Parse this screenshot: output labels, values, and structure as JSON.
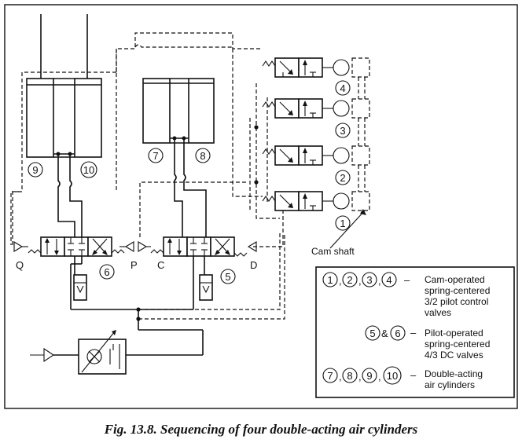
{
  "components": {
    "cam_valves": [
      "4",
      "3",
      "2",
      "1"
    ],
    "cam_rollers": [
      "4",
      "3",
      "2",
      "1"
    ],
    "cylinders_left": [
      "9",
      "10"
    ],
    "cylinders_right": [
      "7",
      "8"
    ],
    "dc_valve_left": {
      "number": "6",
      "left_label": "Q",
      "right_label": "P"
    },
    "dc_valve_right": {
      "number": "5",
      "left_label": "C",
      "right_label": "D"
    },
    "cam_shaft_label": "Cam shaft"
  },
  "legend": {
    "rows": [
      {
        "numbers": [
          "1",
          "2",
          "3",
          "4"
        ],
        "separators": [
          ",",
          ",",
          ","
        ],
        "dash": "–",
        "text": [
          "Cam-operated",
          "spring-centered",
          "3/2 pilot control",
          "valves"
        ]
      },
      {
        "numbers": [
          "5",
          "6"
        ],
        "separators": [
          "&"
        ],
        "dash": "–",
        "text": [
          "Pilot-operated",
          "spring-centered",
          "4/3 DC valves"
        ]
      },
      {
        "numbers": [
          "7",
          "8",
          "9",
          "10"
        ],
        "separators": [
          ",",
          ",",
          ","
        ],
        "dash": "–",
        "text": [
          "Double-acting",
          "air cylinders"
        ]
      }
    ]
  },
  "caption": "Fig. 13.8. Sequencing of four double-acting air cylinders"
}
